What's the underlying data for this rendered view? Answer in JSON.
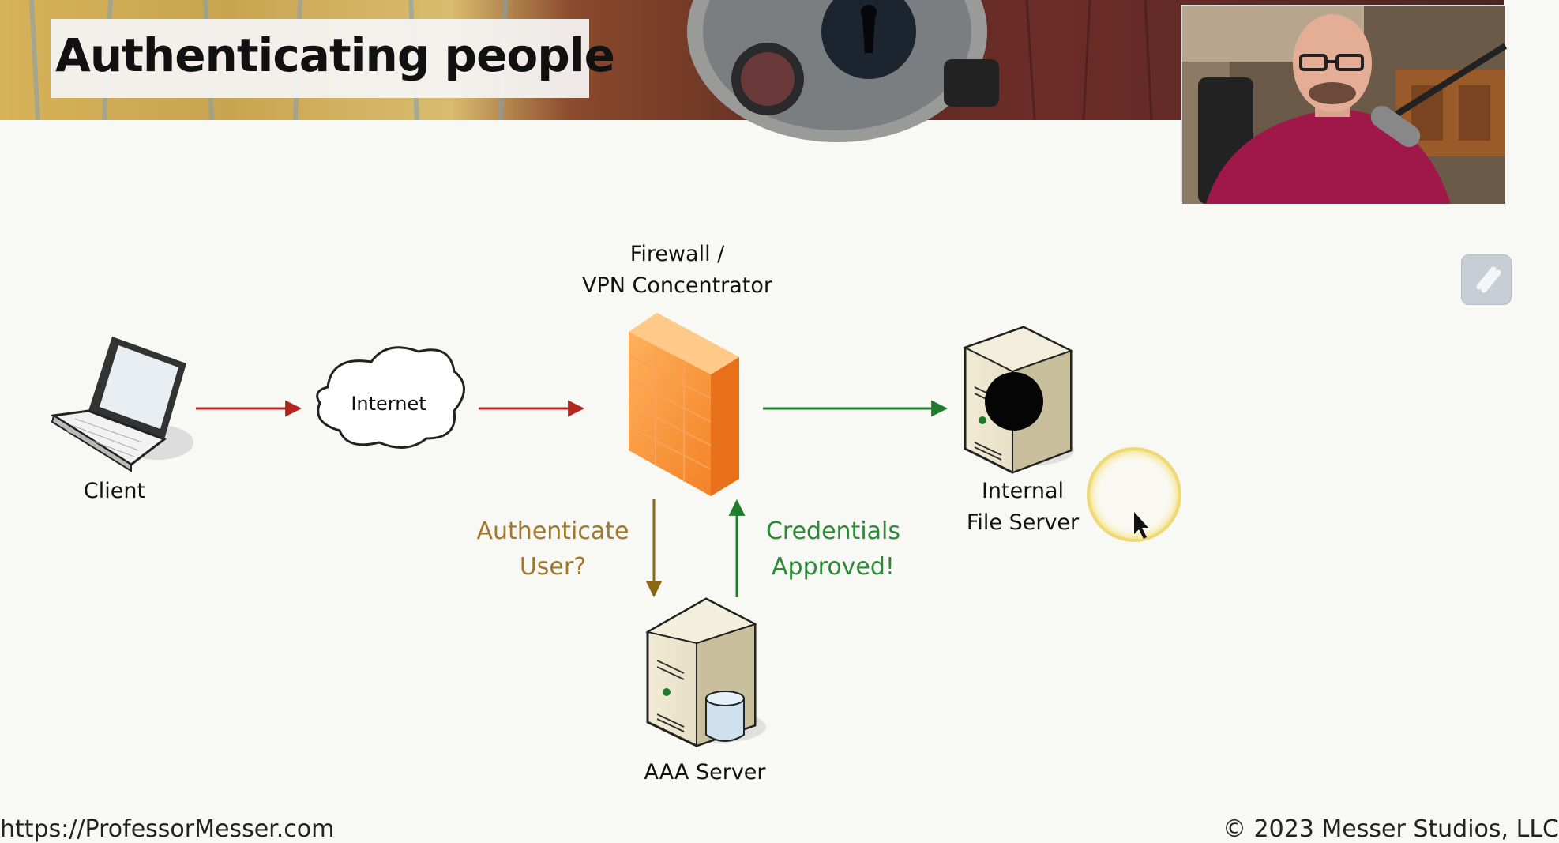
{
  "slide": {
    "title": "Authenticating people",
    "footer_left": "https://ProfessorMesser.com",
    "footer_right": "© 2023 Messer Studios, LLC"
  },
  "diagram": {
    "client_label": "Client",
    "internet_label": "Internet",
    "firewall_label_line1": "Firewall /",
    "firewall_label_line2": "VPN Concentrator",
    "file_server_label_line1": "Internal",
    "file_server_label_line2": "File Server",
    "aaa_label": "AAA Server",
    "auth_request_line1": "Authenticate",
    "auth_request_line2": "User?",
    "auth_reply_line1": "Credentials",
    "auth_reply_line2": "Approved!"
  },
  "colors": {
    "arrow_red": "#b3261e",
    "arrow_green": "#1e7d2a",
    "arrow_brown": "#8b6914",
    "auth_request_text": "#a0782c",
    "auth_reply_text": "#2a8a36"
  },
  "icons": {
    "client": "laptop-icon",
    "internet": "cloud-icon",
    "firewall": "firewall-icon",
    "file_server": "server-icon",
    "aaa": "database-server-icon",
    "pointer": "mouse-pointer-icon",
    "side_widget": "app-widget-icon"
  }
}
